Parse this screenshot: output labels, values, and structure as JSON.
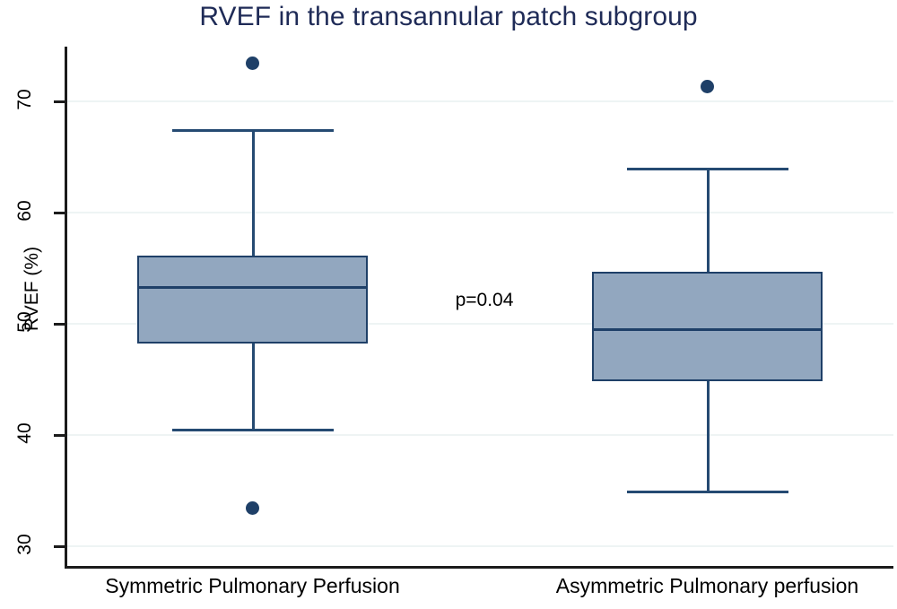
{
  "chart_data": {
    "type": "box",
    "title": "RVEF in the transannular patch subgroup",
    "xlabel": "",
    "ylabel": "RVEF (%)",
    "ylim": [
      28.5,
      75.3
    ],
    "yticks": [
      30,
      40,
      50,
      60,
      70
    ],
    "ytick_labels": [
      "30",
      "40",
      "50",
      "60",
      "70"
    ],
    "grid": true,
    "grid_axis": "y",
    "legend": false,
    "categories": [
      "Symmetric Pulmonary Perfusion",
      "Asymmetric Pulmonary perfusion"
    ],
    "annotations": [
      {
        "text": "p=0.04",
        "x_frac": 0.54,
        "y_value": 51.9
      }
    ],
    "boxes": [
      {
        "category": "Symmetric Pulmonary Perfusion",
        "whisker_low": 40.6,
        "q1": 48.2,
        "median": 53.3,
        "q3": 56.1,
        "whisker_high": 67.5,
        "outliers": [
          73.4,
          33.4
        ]
      },
      {
        "category": "Asymmetric Pulmonary perfusion",
        "whisker_low": 35.0,
        "q1": 44.8,
        "median": 49.5,
        "q3": 54.7,
        "whisker_high": 64.0,
        "outliers": [
          71.3
        ]
      }
    ],
    "colors": {
      "title": "#1f2b57",
      "box_fill": "#92a7bf",
      "box_edge": "#1f4068",
      "whisker": "#254a72",
      "outlier": "#1f4068",
      "grid": "#eef4f4",
      "axis": "#1b1b1b",
      "text": "#000000",
      "background": "#ffffff"
    }
  },
  "axis": {
    "y_title": "RVEF (%)"
  }
}
